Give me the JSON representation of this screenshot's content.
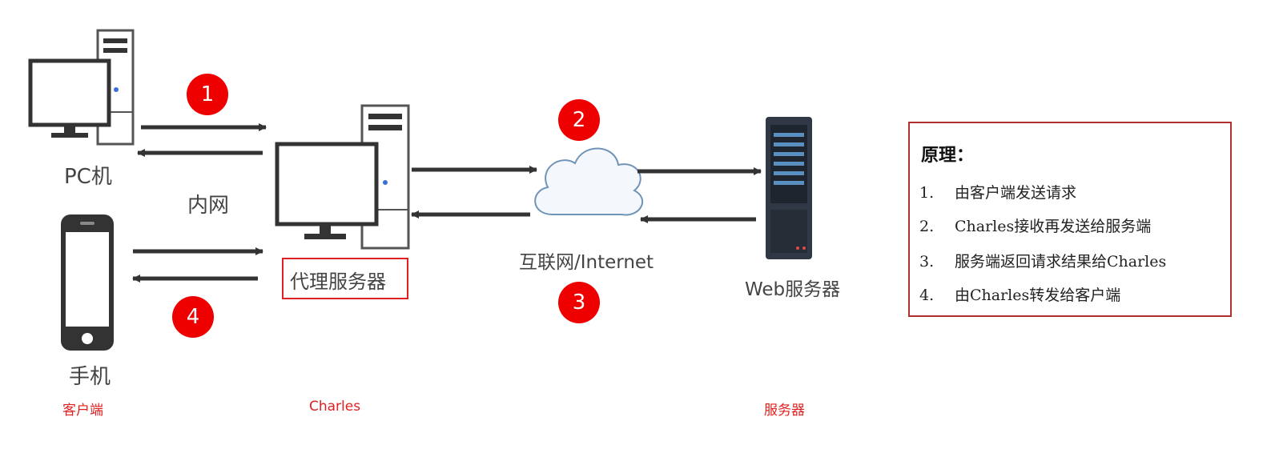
{
  "nodes": {
    "pc_label": "PC机",
    "lan_label": "内网",
    "phone_label": "手机",
    "proxy_label": "代理服务器",
    "internet_label": "互联网/Internet",
    "web_server_label": "Web服务器"
  },
  "groups": {
    "client": "客户端",
    "charles": "Charles",
    "server": "服务器"
  },
  "badges": [
    "1",
    "2",
    "3",
    "4"
  ],
  "principle": {
    "title": "原理：",
    "steps": [
      {
        "num": "1.",
        "text": "由客户端发送请求"
      },
      {
        "num": "2.",
        "text": "Charles接收再发送给服务端"
      },
      {
        "num": "3.",
        "text": "服务端返回请求结果给Charles"
      },
      {
        "num": "4.",
        "text": "由Charles转发给客户端"
      }
    ]
  },
  "colors": {
    "badge": "#ee0000",
    "group_label": "#e02020",
    "arrow": "#333333",
    "principle_border": "#b03030"
  },
  "icons": [
    "pc-computer-icon",
    "smartphone-icon",
    "proxy-computer-icon",
    "cloud-icon",
    "web-server-icon"
  ]
}
